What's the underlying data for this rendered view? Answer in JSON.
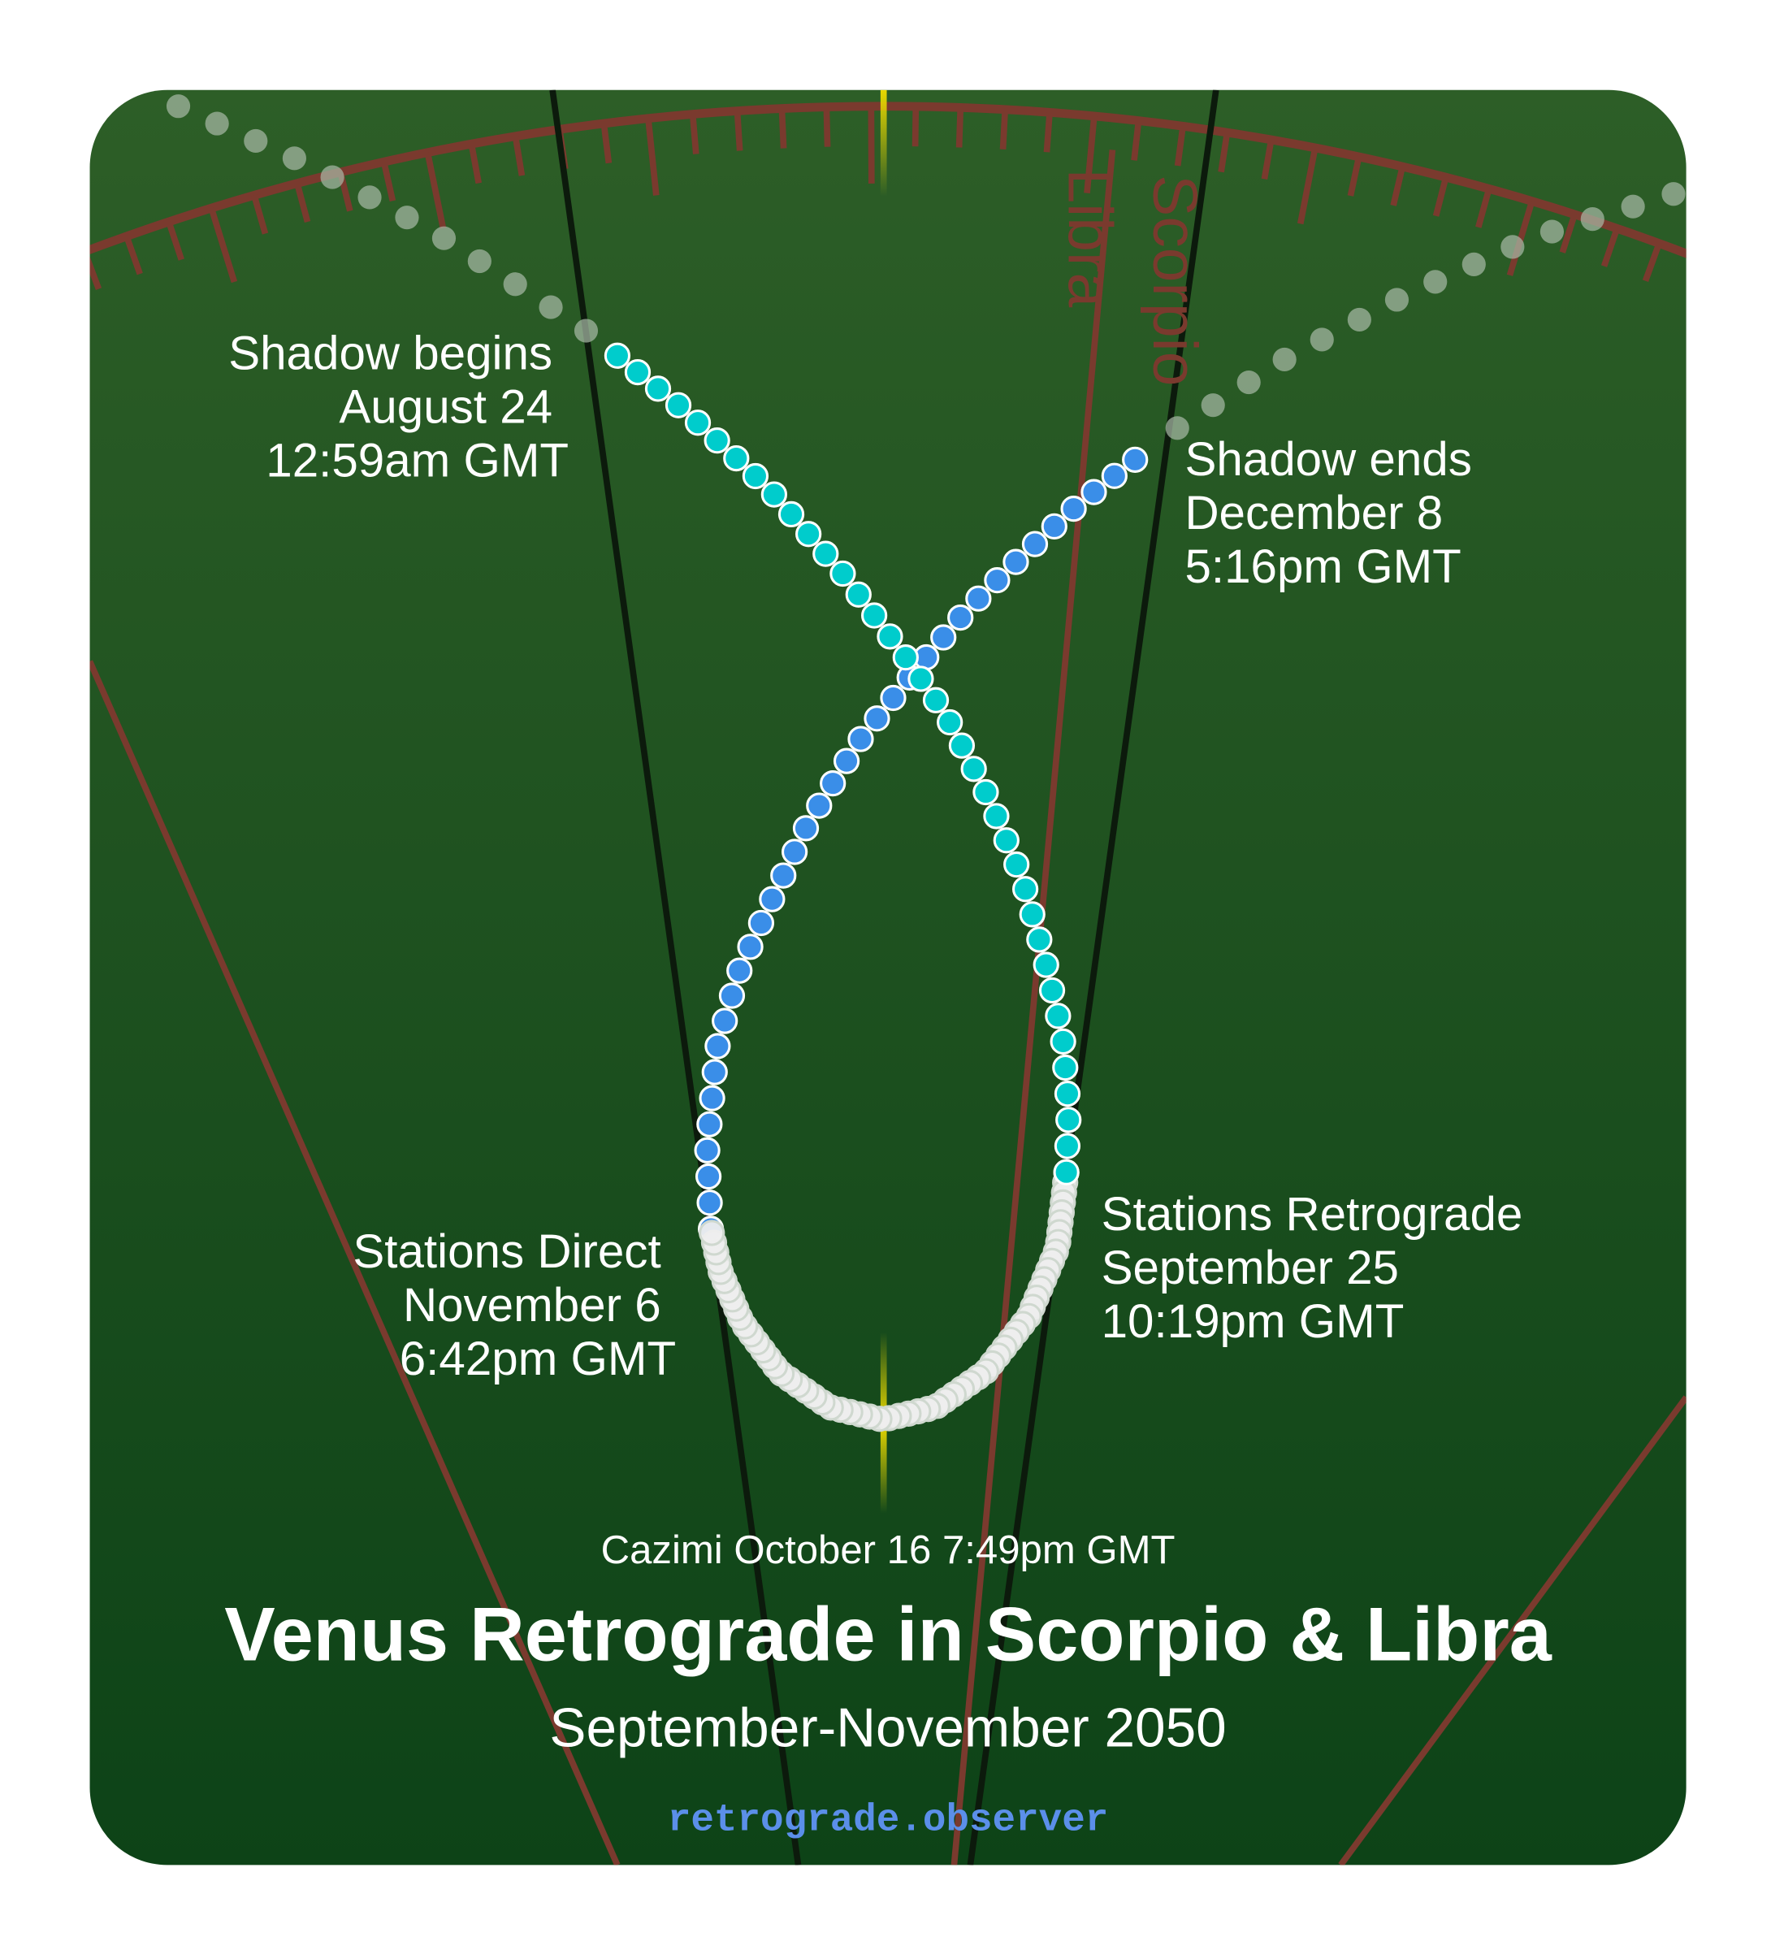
{
  "title": "Venus Retrograde in Scorpio & Libra",
  "subtitle": "September-November 2050",
  "cazimi": "Cazimi October 16 7:49pm GMT",
  "site": "retrograde.observer",
  "signs": [
    "Scorpio",
    "Libra"
  ],
  "events": {
    "shadow_begins": [
      "Shadow begins",
      "August 24",
      "12:59am GMT"
    ],
    "shadow_ends": [
      "Shadow ends",
      "December 8",
      "5:16pm GMT"
    ],
    "stations_retrograde": [
      "Stations Retrograde",
      "September 25",
      "10:19pm GMT"
    ],
    "stations_direct": [
      "Stations Direct",
      "November 6",
      "6:42pm GMT"
    ]
  },
  "colors": {
    "pre_shadow": "#00cccc",
    "retrograde": "#eeeeee",
    "post_shadow": "#3a8ee8",
    "outside_shadow": "#aabba8",
    "zodiac": "#7a3a2e",
    "sun": "#e8d800",
    "background_top": "#2d5e27",
    "background_bottom": "#0d4317",
    "url": "#5b8fe9"
  }
}
